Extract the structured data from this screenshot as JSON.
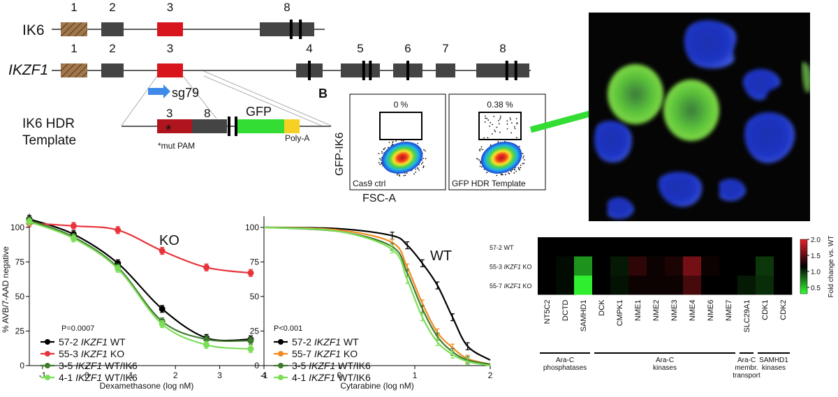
{
  "gene_maps": {
    "ik6": {
      "label": "IK6",
      "exons": [
        {
          "num": "1",
          "color": "#a0774c",
          "hatched": true,
          "ticks": 0
        },
        {
          "num": "2",
          "color": "#444444",
          "hatched": false,
          "ticks": 0
        },
        {
          "num": "3",
          "color": "#d8141c",
          "hatched": false,
          "ticks": 0
        },
        {
          "num": "8",
          "color": "#444444",
          "hatched": false,
          "ticks": 2
        }
      ]
    },
    "ikzf1": {
      "label": "IKZF1",
      "exons": [
        {
          "num": "1",
          "color": "#a0774c",
          "hatched": true,
          "ticks": 0
        },
        {
          "num": "2",
          "color": "#444444",
          "hatched": false,
          "ticks": 0
        },
        {
          "num": "3",
          "color": "#d8141c",
          "hatched": false,
          "ticks": 0
        },
        {
          "num": "4",
          "color": "#444444",
          "hatched": false,
          "ticks": 1
        },
        {
          "num": "5",
          "color": "#444444",
          "hatched": false,
          "ticks": 2
        },
        {
          "num": "6",
          "color": "#444444",
          "hatched": false,
          "ticks": 1
        },
        {
          "num": "7",
          "color": "#444444",
          "hatched": false,
          "ticks": 0
        },
        {
          "num": "8",
          "color": "#444444",
          "hatched": false,
          "ticks": 2
        }
      ]
    },
    "guide_label": "sg79",
    "guide_color": "#3f8ae8",
    "template": {
      "label_line1": "IK6 HDR",
      "label_line2": "Template",
      "exon3": "3",
      "exon8": "8",
      "gfp": "GFP",
      "gfp_color": "#33dd33",
      "polya_color": "#f6d023",
      "star": "*",
      "mut_pam": "*mut PAM",
      "polya": "Poly-A"
    }
  },
  "flow_panel": {
    "letter": "B",
    "ylabel": "GFP-IK6",
    "xlabel": "FSC-A",
    "plots": [
      {
        "gate_pct": "0 %",
        "caption": "Cas9 ctrl",
        "gate_events": 0
      },
      {
        "gate_pct": "0.38 %",
        "caption": "GFP HDR Template",
        "gate_events": 34
      }
    ]
  },
  "microscopy": {
    "stain_colors": [
      "#2a47c8",
      "#49c232"
    ]
  },
  "chart_data": [
    {
      "type": "line",
      "title": "",
      "xlabel": "Dexamethasone (log nM)",
      "ylabel": "% AVB/7-AAD negative",
      "xlim": [
        -1.3,
        4.0
      ],
      "ylim": [
        0,
        110
      ],
      "xticks": [
        -1,
        0,
        1,
        2,
        3,
        4
      ],
      "yticks": [
        0,
        25,
        50,
        75,
        100
      ],
      "annotation": "KO",
      "pvalue": "P=0.0007",
      "x": [
        -1.3,
        -0.3,
        0.7,
        1.7,
        2.7,
        3.7
      ],
      "series": [
        {
          "name": "57-2 IKZF1 WT",
          "prefix": "57-2 ",
          "gene": "IKZF1",
          "suffix": " WT",
          "color": "#000000",
          "values": [
            106,
            95,
            74,
            41,
            20,
            19
          ]
        },
        {
          "name": "55-3 IKZF1 KO",
          "prefix": "55-3 ",
          "gene": "IKZF1",
          "suffix": " KO",
          "color": "#e8333a",
          "values": [
            103,
            101,
            98,
            83,
            71,
            67
          ]
        },
        {
          "name": "3-5 IKZF1 WT/IK6",
          "prefix": "3-5 ",
          "gene": "IKZF1",
          "suffix": " WT/IK6",
          "color": "#3f7a2e",
          "values": [
            105,
            93,
            71,
            32,
            19,
            18
          ]
        },
        {
          "name": "4-1 IKZF1 WT/IK6",
          "prefix": "4-1 ",
          "gene": "IKZF1",
          "suffix": " WT/IK6",
          "color": "#7bdf55",
          "values": [
            104,
            92,
            70,
            30,
            15,
            12
          ]
        }
      ]
    },
    {
      "type": "line",
      "title": "",
      "xlabel": "Cytarabine (log nM)",
      "ylabel": "",
      "xlim": [
        -1,
        2
      ],
      "ylim": [
        0,
        108
      ],
      "xticks": [
        -1,
        0,
        1,
        2
      ],
      "yticks": [
        0,
        25,
        50,
        75,
        100
      ],
      "annotation": "WT",
      "pvalue": "P<0.001",
      "x": [
        -1,
        0,
        0.7,
        0.9,
        1.1,
        1.3,
        1.5,
        1.7,
        2.0
      ],
      "series": [
        {
          "name": "57-2 IKZF1 WT",
          "prefix": "57-2 ",
          "gene": "IKZF1",
          "suffix": " WT",
          "color": "#000000",
          "values": [
            100,
            99,
            94,
            87,
            74,
            58,
            35,
            14,
            4
          ]
        },
        {
          "name": "55-7 IKZF1 KO",
          "prefix": "55-7 ",
          "gene": "IKZF1",
          "suffix": " KO",
          "color": "#f28a22",
          "values": [
            100,
            98,
            89,
            71,
            45,
            24,
            13,
            5,
            1
          ]
        },
        {
          "name": "3-5 IKZF1 WT/IK6",
          "prefix": "3-5 ",
          "gene": "IKZF1",
          "suffix": " WT/IK6",
          "color": "#3f7a2e",
          "values": [
            100,
            97,
            86,
            67,
            41,
            21,
            10,
            4,
            1
          ]
        },
        {
          "name": "4-1 IKZF1 WT/IK6",
          "prefix": "4-1 ",
          "gene": "IKZF1",
          "suffix": " WT/IK6",
          "color": "#7bdf55",
          "values": [
            100,
            97,
            84,
            62,
            35,
            17,
            8,
            3,
            0
          ]
        }
      ]
    },
    {
      "type": "heatmap",
      "title": "",
      "columns": [
        "NT5C2",
        "DCTD",
        "SAMHD1",
        "DCK",
        "CMPK1",
        "NME1",
        "NME2",
        "NME3",
        "NME4",
        "NME6",
        "NME7",
        "SLC29A1",
        "CDK1",
        "CDK2"
      ],
      "rows": [
        {
          "label": "57-2 WT",
          "prefix": "57-2 ",
          "gene": "",
          "suffix": "WT",
          "values": [
            1.0,
            1.0,
            1.0,
            1.0,
            1.0,
            1.0,
            1.0,
            1.0,
            1.0,
            1.0,
            1.0,
            1.0,
            1.0,
            1.0
          ]
        },
        {
          "label": "55-3 IKZF1 KO",
          "prefix": "55-3 ",
          "gene": "IKZF1",
          "suffix": " KO",
          "values": [
            1.0,
            0.97,
            0.6,
            1.0,
            0.93,
            1.2,
            1.05,
            1.12,
            1.5,
            1.05,
            1.0,
            1.0,
            0.85,
            1.0
          ]
        },
        {
          "label": "55-7 IKZF1 KO",
          "prefix": "55-7 ",
          "gene": "IKZF1",
          "suffix": " KO",
          "values": [
            1.0,
            0.97,
            0.35,
            1.0,
            0.95,
            1.05,
            1.05,
            1.05,
            1.3,
            1.0,
            1.0,
            0.93,
            0.88,
            1.0
          ]
        }
      ],
      "colorbar": {
        "label": "Fold change vs. WT",
        "ticks": [
          "2.0",
          "1.5",
          "1.0",
          "0.5"
        ],
        "min": 0.3,
        "max": 2.0
      },
      "groups": [
        {
          "label_lines": [
            "Ara-C",
            "phosphatases"
          ],
          "from": 0,
          "to": 2
        },
        {
          "label_lines": [
            "Ara-C",
            "kinases"
          ],
          "from": 3,
          "to": 10
        },
        {
          "label_lines": [
            "Ara-C",
            "membr.",
            "transport"
          ],
          "from": 11,
          "to": 11
        },
        {
          "label_lines": [
            "SAMHD1",
            "kinases"
          ],
          "from": 12,
          "to": 13
        }
      ]
    }
  ]
}
